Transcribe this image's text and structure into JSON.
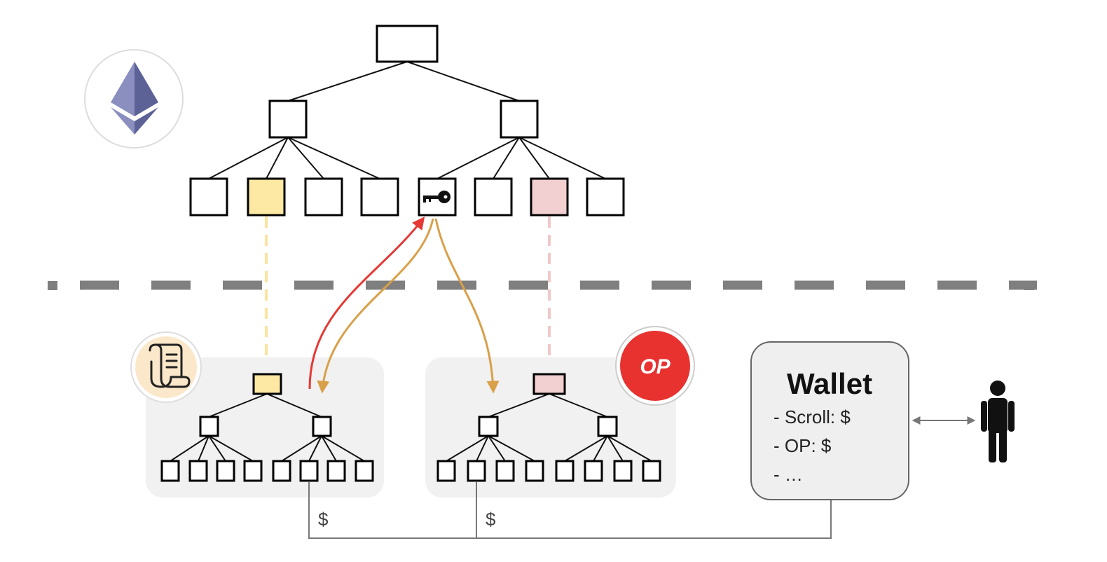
{
  "colors": {
    "scroll_accent": "#fde9a3",
    "op_accent": "#f2cfd0",
    "scroll_dashed": "#fbe3a0",
    "op_dashed": "#f0c8c8",
    "red_arrow": "#e53935",
    "orange_arrow": "#d9a04a",
    "op_logo": "#e7322f",
    "eth_logo": "#6c72a8",
    "separator": "#7f7f7f",
    "scroll_logo_bg": "#fbe7c9"
  },
  "icons": {
    "ethereum": "ethereum-icon",
    "scroll": "scroll-icon",
    "optimism": "op-logo-icon",
    "key": "key-icon",
    "person": "person-icon"
  },
  "op_logo": {
    "label": "OP"
  },
  "wallet": {
    "title": "Wallet",
    "lines": [
      "- Scroll: $",
      "- OP: $",
      "- …"
    ]
  },
  "transfers": {
    "scroll_label": "$",
    "op_label": "$"
  }
}
